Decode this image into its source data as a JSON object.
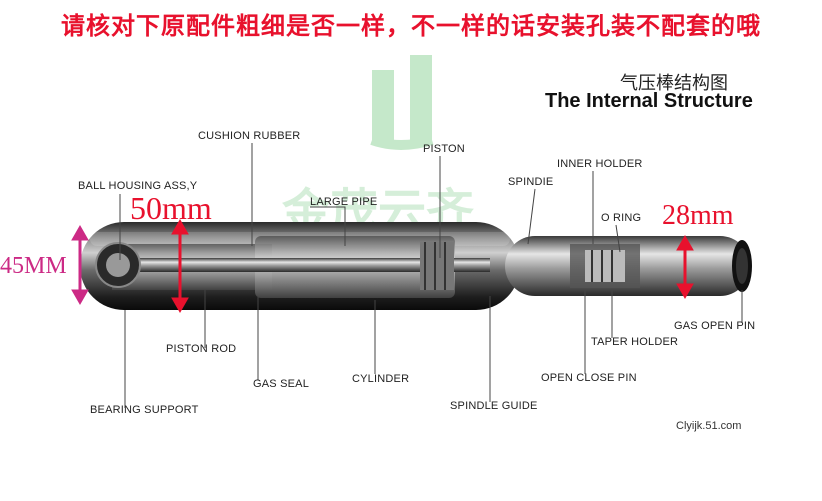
{
  "banner": "请核对下原配件粗细是否一样，不一样的话安装孔装不配套的哦",
  "title_cn": "气压棒结构图",
  "title_en": "The Internal Structure",
  "dimensions": {
    "d50": "50mm",
    "d28": "28mm",
    "d45": "45MM"
  },
  "labels": {
    "cushion_rubber": "CUSHION RUBBER",
    "piston": "PISTON",
    "inner_holder": "INNER HOLDER",
    "spindie": "SPINDIE",
    "ball_housing": "BALL HOUSING ASS,Y",
    "large_pipe": "LARGE PIPE",
    "o_ring": "O RING",
    "piston_rod": "PISTON ROD",
    "gas_seal": "GAS SEAL",
    "cylinder": "CYLINDER",
    "bearing_support": "BEARING SUPPORT",
    "spindle_guide": "SPINDLE GUIDE",
    "open_close_pin": "OPEN CLOSE PIN",
    "taper_holder": "TAPER HOLDER",
    "gas_open_pin": "GAS OPEN PIN"
  },
  "credit": "Clyijk.51.com",
  "colors": {
    "red": "#e8112d",
    "magenta": "#cc2a85",
    "watermark": "#5cbf6a"
  }
}
